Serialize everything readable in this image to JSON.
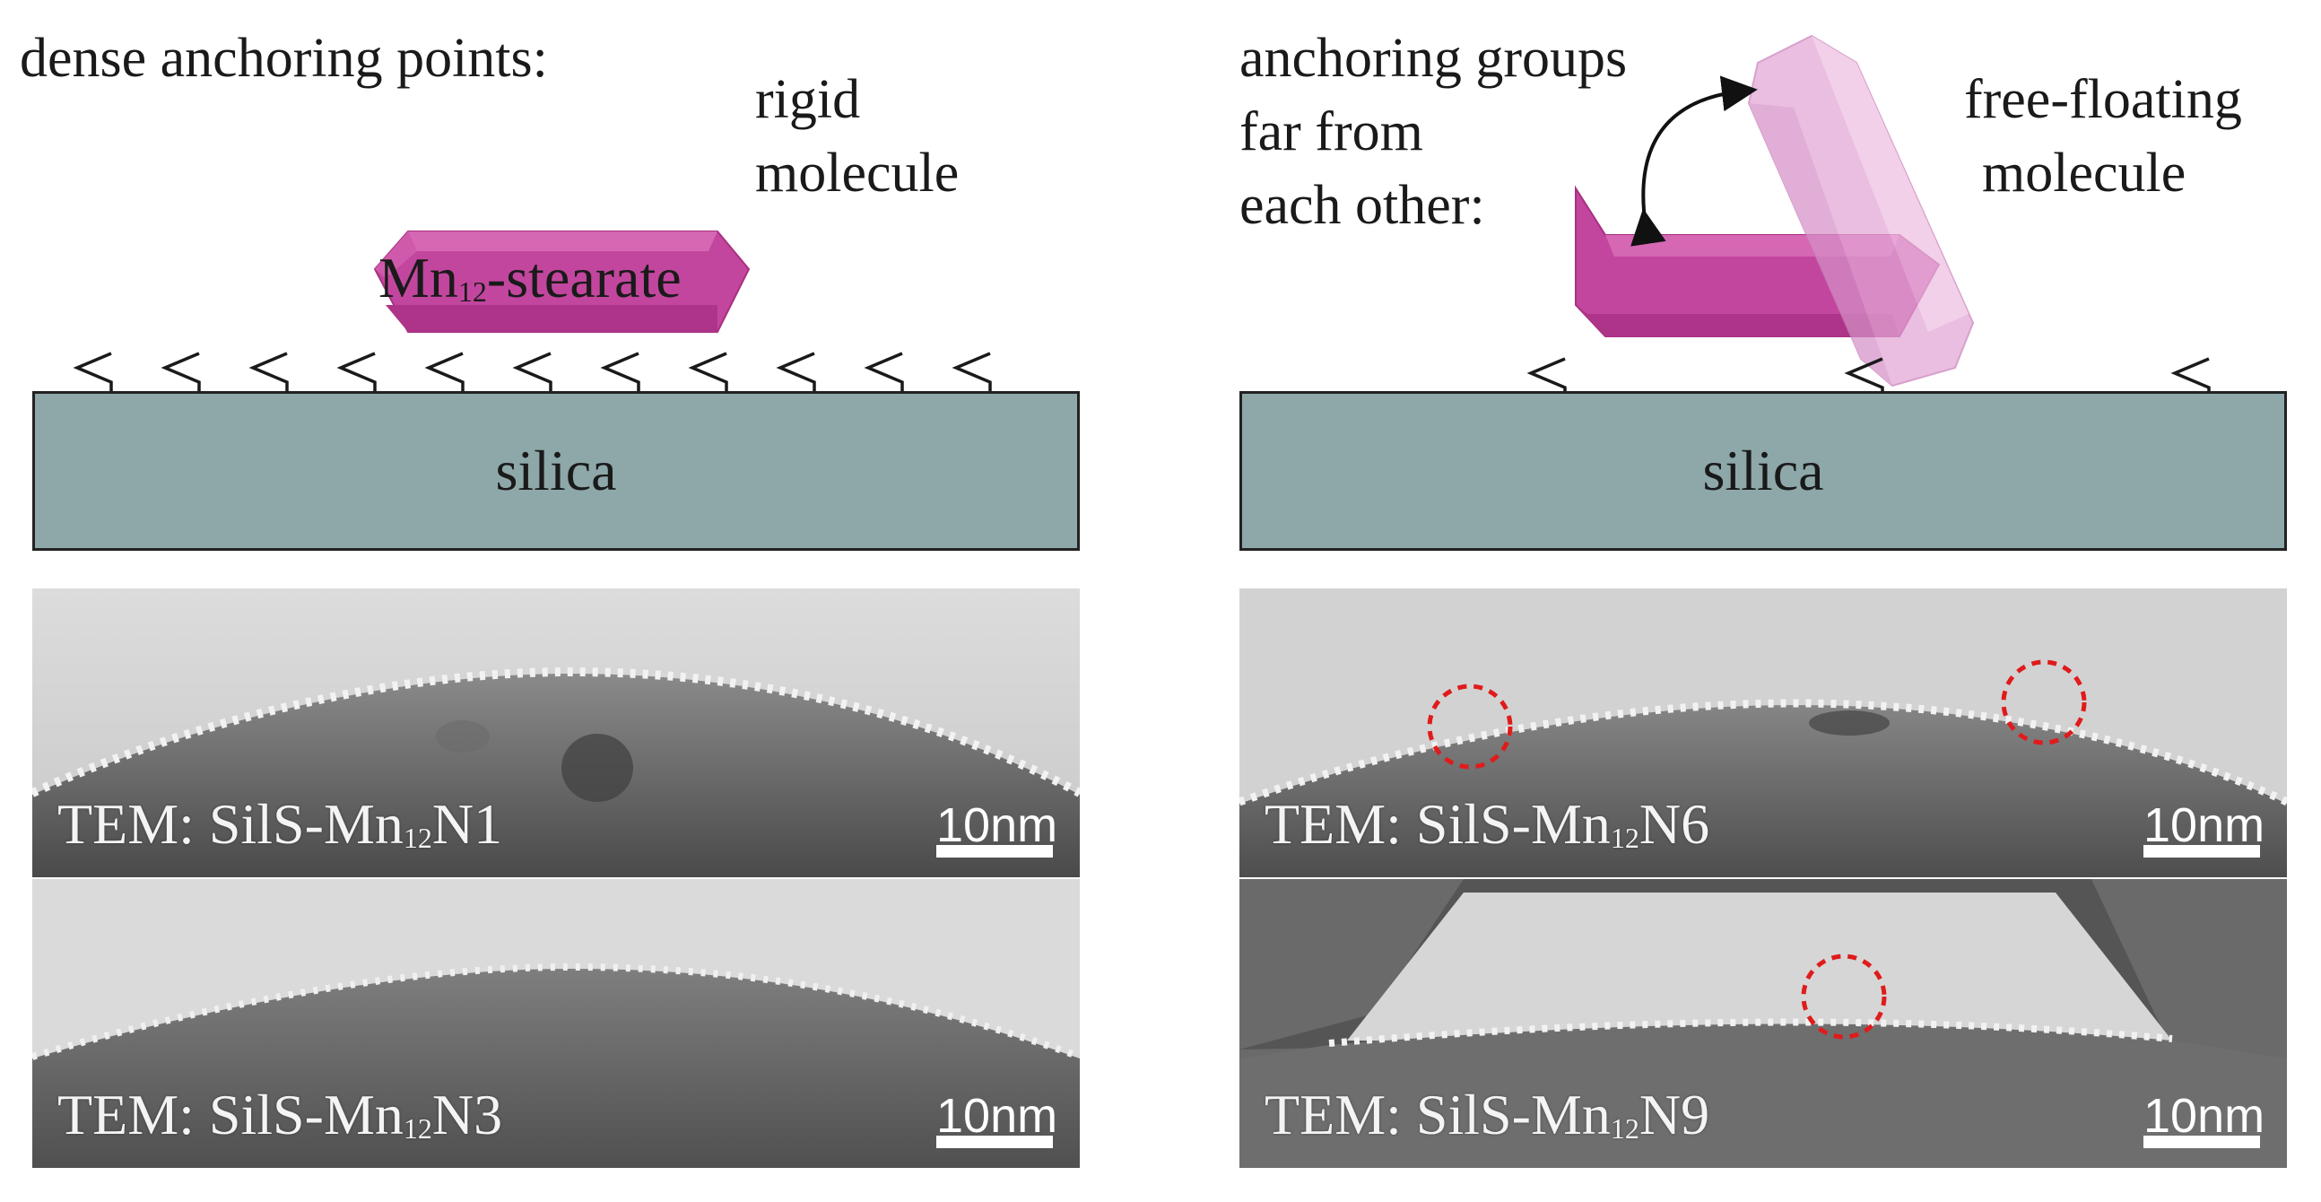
{
  "left": {
    "heading": "dense anchoring points:",
    "label_line1": "rigid",
    "label_line2": "molecule",
    "molecule_prefix": "Mn",
    "molecule_sub": "12",
    "molecule_suffix": "-stearate",
    "substrate": "silica"
  },
  "right": {
    "heading_line1": "anchoring groups",
    "heading_line2": "far from",
    "heading_line3": "each other:",
    "label_line1": "free-floating",
    "label_line2": "molecule",
    "substrate": "silica"
  },
  "tem_panels": [
    {
      "prefix": "TEM: SilS-Mn",
      "sub": "12",
      "suffix": "N1",
      "scale": "10nm"
    },
    {
      "prefix": "TEM: SilS-Mn",
      "sub": "12",
      "suffix": "N3",
      "scale": "10nm"
    },
    {
      "prefix": "TEM: SilS-Mn",
      "sub": "12",
      "suffix": "N6",
      "scale": "10nm"
    },
    {
      "prefix": "TEM: SilS-Mn",
      "sub": "12",
      "suffix": "N9",
      "scale": "10nm"
    }
  ],
  "colors": {
    "silica": "#8ea8a9",
    "molecule": "#c2469e",
    "molecule_light": "#e3a6d5",
    "highlight_circle": "#e01b1b"
  }
}
